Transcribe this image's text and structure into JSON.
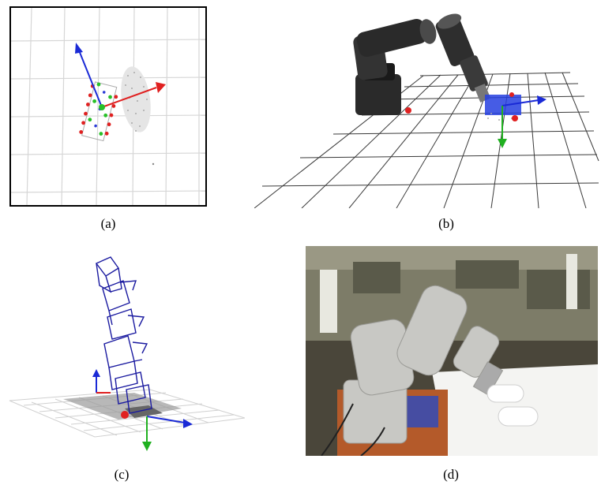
{
  "figure": {
    "panels": [
      {
        "id": "a",
        "caption": "(a)",
        "content": "top-view-pointcloud-grasp-candidates"
      },
      {
        "id": "b",
        "caption": "(b)",
        "content": "simulated-robot-arm-grasping"
      },
      {
        "id": "c",
        "caption": "(c)",
        "content": "gripper-poses-over-pointcloud"
      },
      {
        "id": "d",
        "caption": "(d)",
        "content": "real-robot-arm-photo"
      }
    ]
  },
  "colors": {
    "axis_x": "#e02020",
    "axis_y": "#20b020",
    "axis_z": "#1a2ad6",
    "grid": "#cccccc",
    "gripper_wire": "#1a1aa0",
    "robot_dark": "#2a2a2a",
    "robot_light": "#d8d8d4"
  }
}
